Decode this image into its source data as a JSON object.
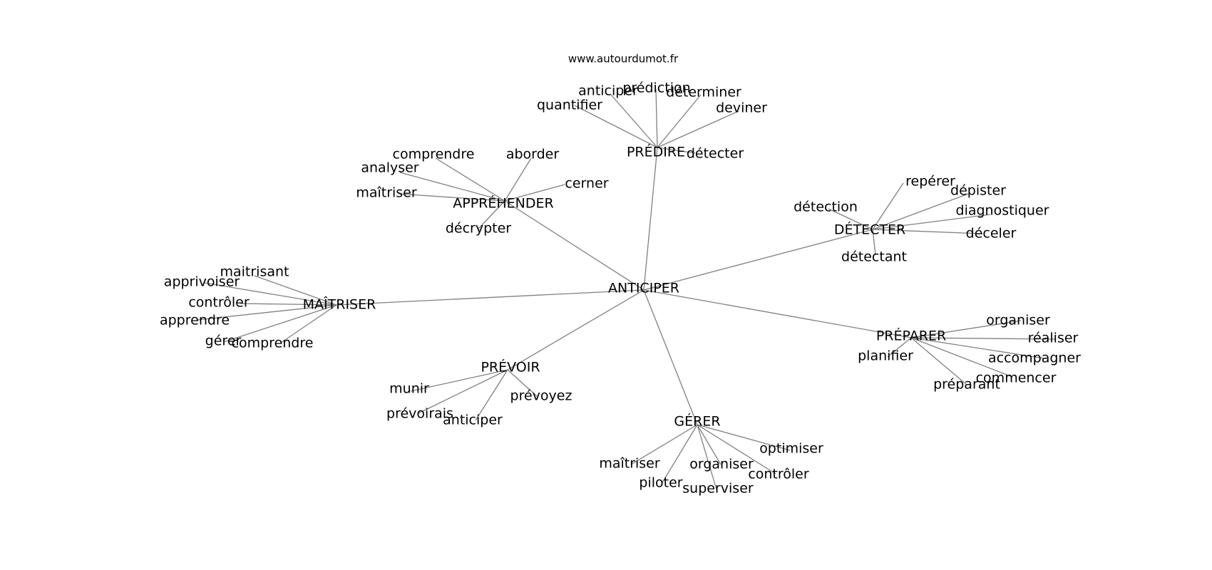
{
  "site_url": "www.autourdumot.fr",
  "colors": {
    "edge": "#808080",
    "text": "#000000",
    "background": "#ffffff"
  },
  "graph": {
    "center": "ANTICIPER",
    "clusters": [
      {
        "hub": "PRÉDIRE",
        "leaves": [
          "quantifier",
          "anticiper",
          "prédiction",
          "déterminer",
          "deviner",
          "détecter"
        ]
      },
      {
        "hub": "APPRÉHENDER",
        "leaves": [
          "comprendre",
          "aborder",
          "analyser",
          "maîtriser",
          "cerner",
          "décrypter"
        ]
      },
      {
        "hub": "DÉTECTER",
        "leaves": [
          "repérer",
          "dépister",
          "détection",
          "diagnostiquer",
          "déceler",
          "détectant"
        ]
      },
      {
        "hub": "MAÎTRISER",
        "leaves": [
          "maitrisant",
          "apprivoiser",
          "contrôler",
          "apprendre",
          "gérer",
          "comprendre"
        ]
      },
      {
        "hub": "PRÉPARER",
        "leaves": [
          "organiser",
          "réaliser",
          "planifier",
          "accompagner",
          "commencer",
          "préparant"
        ]
      },
      {
        "hub": "PRÉVOIR",
        "leaves": [
          "munir",
          "prévoyez",
          "prévoirais",
          "anticiper"
        ]
      },
      {
        "hub": "GÉRER",
        "leaves": [
          "optimiser",
          "maîtriser",
          "organiser",
          "contrôler",
          "piloter",
          "superviser"
        ]
      }
    ]
  }
}
